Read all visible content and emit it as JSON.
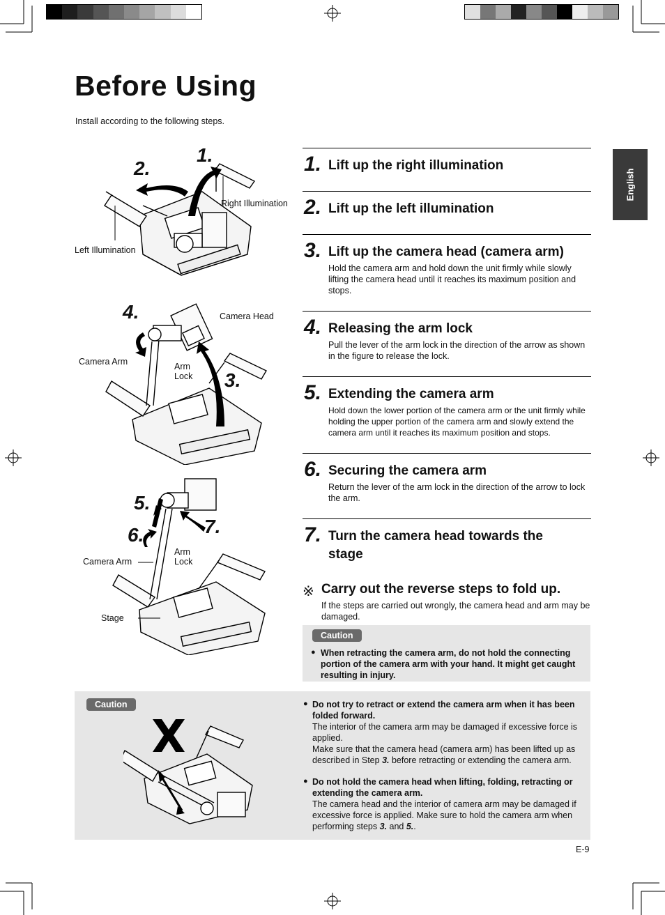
{
  "title": "Before Using",
  "intro": "Install according to the following steps.",
  "side_tab": "English",
  "page_number": "E-9",
  "figure_labels": {
    "fig1_step1": "1.",
    "fig1_step2": "2.",
    "right_illumination": "Right Illumination",
    "left_illumination": "Left Illumination",
    "fig2_step4": "4.",
    "fig2_step3": "3.",
    "camera_head": "Camera Head",
    "camera_arm_1": "Camera Arm",
    "arm_lock_1": "Arm\nLock",
    "fig3_step5": "5.",
    "fig3_step6": "6.",
    "fig3_step7": "7.",
    "camera_arm_2": "Camera Arm",
    "arm_lock_2": "Arm\nLock",
    "stage": "Stage"
  },
  "steps": [
    {
      "num": "1.",
      "heading": "Lift up the right illumination",
      "body": ""
    },
    {
      "num": "2.",
      "heading": "Lift up the left illumination",
      "body": ""
    },
    {
      "num": "3.",
      "heading": "Lift up the camera head (camera arm)",
      "body": "Hold the camera arm and hold down the unit firmly while slowly lifting the camera head until it reaches its maximum position and stops."
    },
    {
      "num": "4.",
      "heading": "Releasing the arm lock",
      "body": "Pull the lever of the arm lock in the direction of the arrow as shown in the figure to release the lock."
    },
    {
      "num": "5.",
      "heading": "Extending the camera arm",
      "body": "Hold down the lower portion of the camera arm or the unit firmly while holding the upper portion of the camera arm and slowly extend the camera arm until it reaches its maximum position and stops."
    },
    {
      "num": "6.",
      "heading": "Securing the camera arm",
      "body": "Return the lever of the arm lock in the direction of the arrow to lock the arm."
    },
    {
      "num": "7.",
      "heading": "Turn the camera head towards the stage",
      "body": ""
    }
  ],
  "fold_note": {
    "symbol": "※",
    "heading": "Carry out the reverse steps to fold up.",
    "body": "If the steps are carried out wrongly, the camera head and arm may be damaged."
  },
  "caution_small": {
    "badge": "Caution",
    "text": "When retracting the camera arm, do not hold the connecting portion of the camera arm with your hand. It might get caught resulting in injury."
  },
  "caution_large": {
    "badge": "Caution",
    "items": [
      {
        "bold": "Do not try to retract or extend the camera arm when it has been folded forward.",
        "lines": [
          "The interior of the camera arm may be damaged if excessive force is applied.",
          "Make sure that the camera head (camera arm) has been lifted up as described in Step ",
          "3.",
          " before retracting or extending the camera arm."
        ]
      },
      {
        "bold": "Do not hold the camera head when lifting, folding, retracting or extending the camera arm.",
        "lines": [
          "The camera head and the interior of camera arm may be damaged if excessive force is applied. Make sure to hold the camera arm when performing steps ",
          "3.",
          " and ",
          "5.",
          "."
        ]
      }
    ]
  },
  "colors": {
    "side_tab_bg": "#3a3a3a",
    "caution_bg": "#e6e6e6",
    "badge_bg": "#6a6a6a"
  }
}
